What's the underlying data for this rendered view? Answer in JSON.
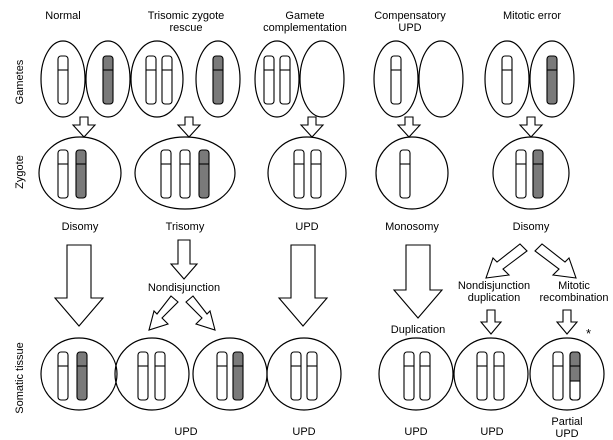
{
  "columns": [
    {
      "title": "Normal"
    },
    {
      "title": "Trisomic zygote\nrescue"
    },
    {
      "title": "Gamete\ncomplementation"
    },
    {
      "title": "Compensatory\nUPD"
    },
    {
      "title": "Mitotic error"
    }
  ],
  "rows": {
    "gametes": "Gametes",
    "zygote": "Zygote",
    "somatic": "Somatic tissue"
  },
  "states": {
    "disomy": "Disomy",
    "trisomy": "Trisomy",
    "upd": "UPD",
    "monosomy": "Monosomy",
    "disomy2": "Disomy"
  },
  "events": {
    "nondisjunction": "Nondisjunction",
    "duplication": "Duplication",
    "nondisjunction_duplication": "Nondisjunction\nduplication",
    "mitotic_recombination": "Mitotic\nrecombination"
  },
  "outcomes": {
    "o1": "UPD",
    "o2": "UPD",
    "o3": "UPD",
    "o4": "UPD",
    "o5": "Partial\nUPD"
  },
  "marker": "*",
  "colors": {
    "outline": "#000000",
    "shaded": "#7a7a7a",
    "white": "#ffffff"
  }
}
